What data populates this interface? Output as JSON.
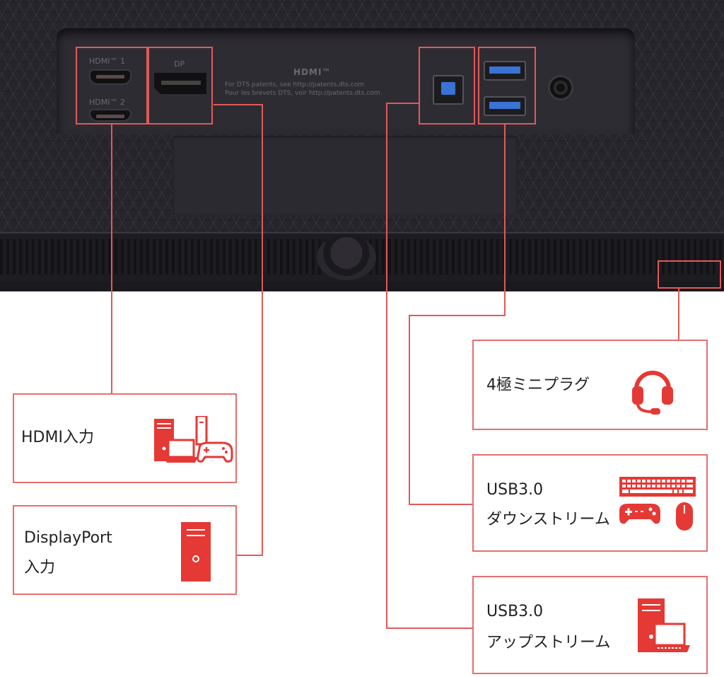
{
  "panel": {
    "port_labels": {
      "hdmi1": "HDMI™ 1",
      "hdmi2": "HDMI™ 2",
      "dp": "DP",
      "hdmi_logo": "HDMI™",
      "dts_line1": "For DTS patents, see http://patents.dts.com",
      "dts_line2": "Pour les brevets DTS, voir http://patents.dts.com"
    }
  },
  "callouts": {
    "hdmi": {
      "label": "HDMI入力",
      "icon": "pc-laptop-game-console-icon"
    },
    "displayport": {
      "line1": "DisplayPort",
      "line2": "入力",
      "icon": "pc-tower-icon"
    },
    "audio": {
      "label": "4極ミニプラグ",
      "icon": "headset-icon"
    },
    "usb_down": {
      "line1": "USB3.0",
      "line2": "ダウンストリーム",
      "icon": "keyboard-gamepad-mouse-icon"
    },
    "usb_up": {
      "line1": "USB3.0",
      "line2": "アップストリーム",
      "icon": "pc-laptop-icon"
    }
  },
  "colors": {
    "accent_red": "#e53935",
    "frame_red": "#e05a5a",
    "panel": "#27252c"
  }
}
